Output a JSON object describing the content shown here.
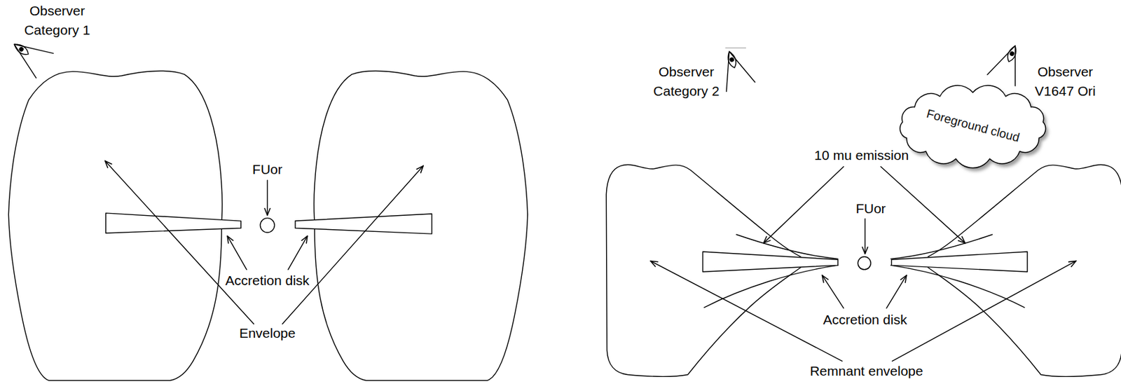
{
  "diagram": {
    "nodes": [
      {
        "text": [
          "Foreground cloud"
        ]
      }
    ],
    "labels": [
      "Observer Category 1",
      "FUor",
      "Accretion disk",
      "Envelope",
      "Observer Category 2",
      "Observer V1647 Ori",
      "10 mu emission",
      "FUor",
      "Accretion disk",
      "Remnant envelope"
    ]
  }
}
